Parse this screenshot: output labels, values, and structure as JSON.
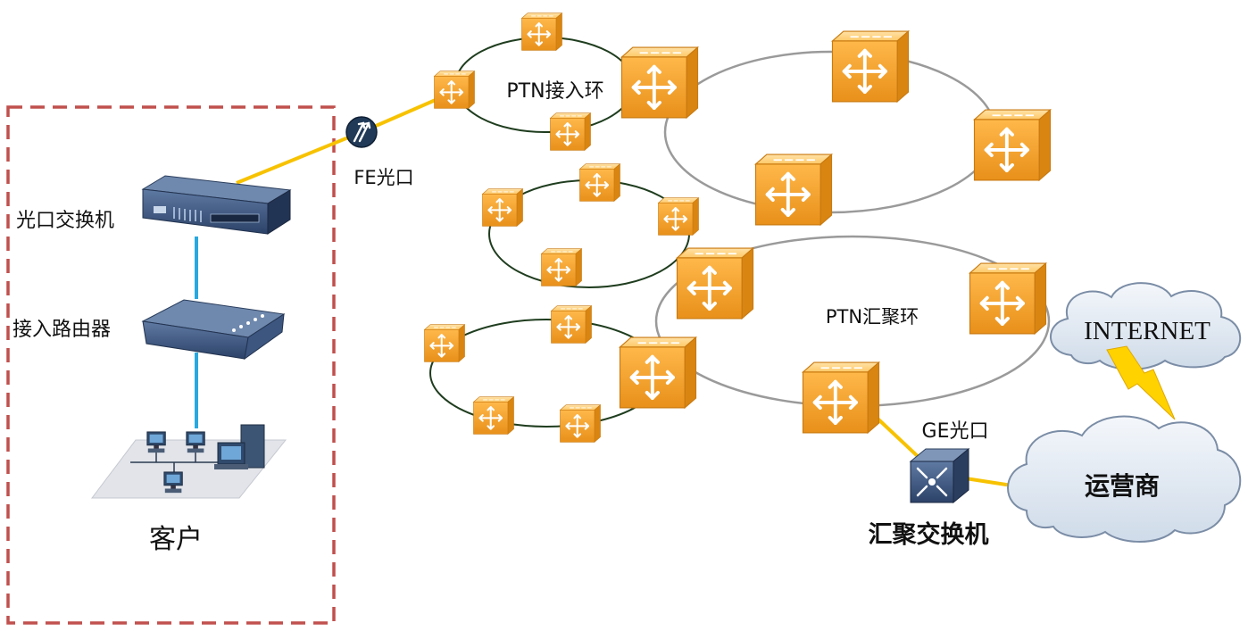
{
  "customer_box": {
    "label": "客户"
  },
  "customer_devices": {
    "optical_switch": "光口交换机",
    "access_router": "接入路由器"
  },
  "ports": {
    "fe_port": "FE光口",
    "ge_port": "GE光口"
  },
  "rings": {
    "access_ring": "PTN接入环",
    "aggregation_ring": "PTN汇聚环"
  },
  "aggregation_switch": {
    "label": "汇聚交换机"
  },
  "clouds": {
    "internet": "INTERNET",
    "operator": "运营商"
  },
  "colors": {
    "customer_box_border": "#c0504d",
    "customer_label": "#e36c09",
    "ptn_node": "#f5a623",
    "fiber_link": "#f7c200",
    "customer_link": "#29a8e0",
    "ring_access": "#1f3d1f",
    "ring_backbone": "#999999",
    "cloud_fill": "#e8eef6",
    "lightning": "#ffd200"
  },
  "icons": [
    "ptn-node-icon",
    "optical-switch-icon",
    "access-router-icon",
    "lan-workstations-icon",
    "fe-port-icon",
    "aggregation-switch-icon",
    "cloud-icon",
    "lightning-icon"
  ]
}
